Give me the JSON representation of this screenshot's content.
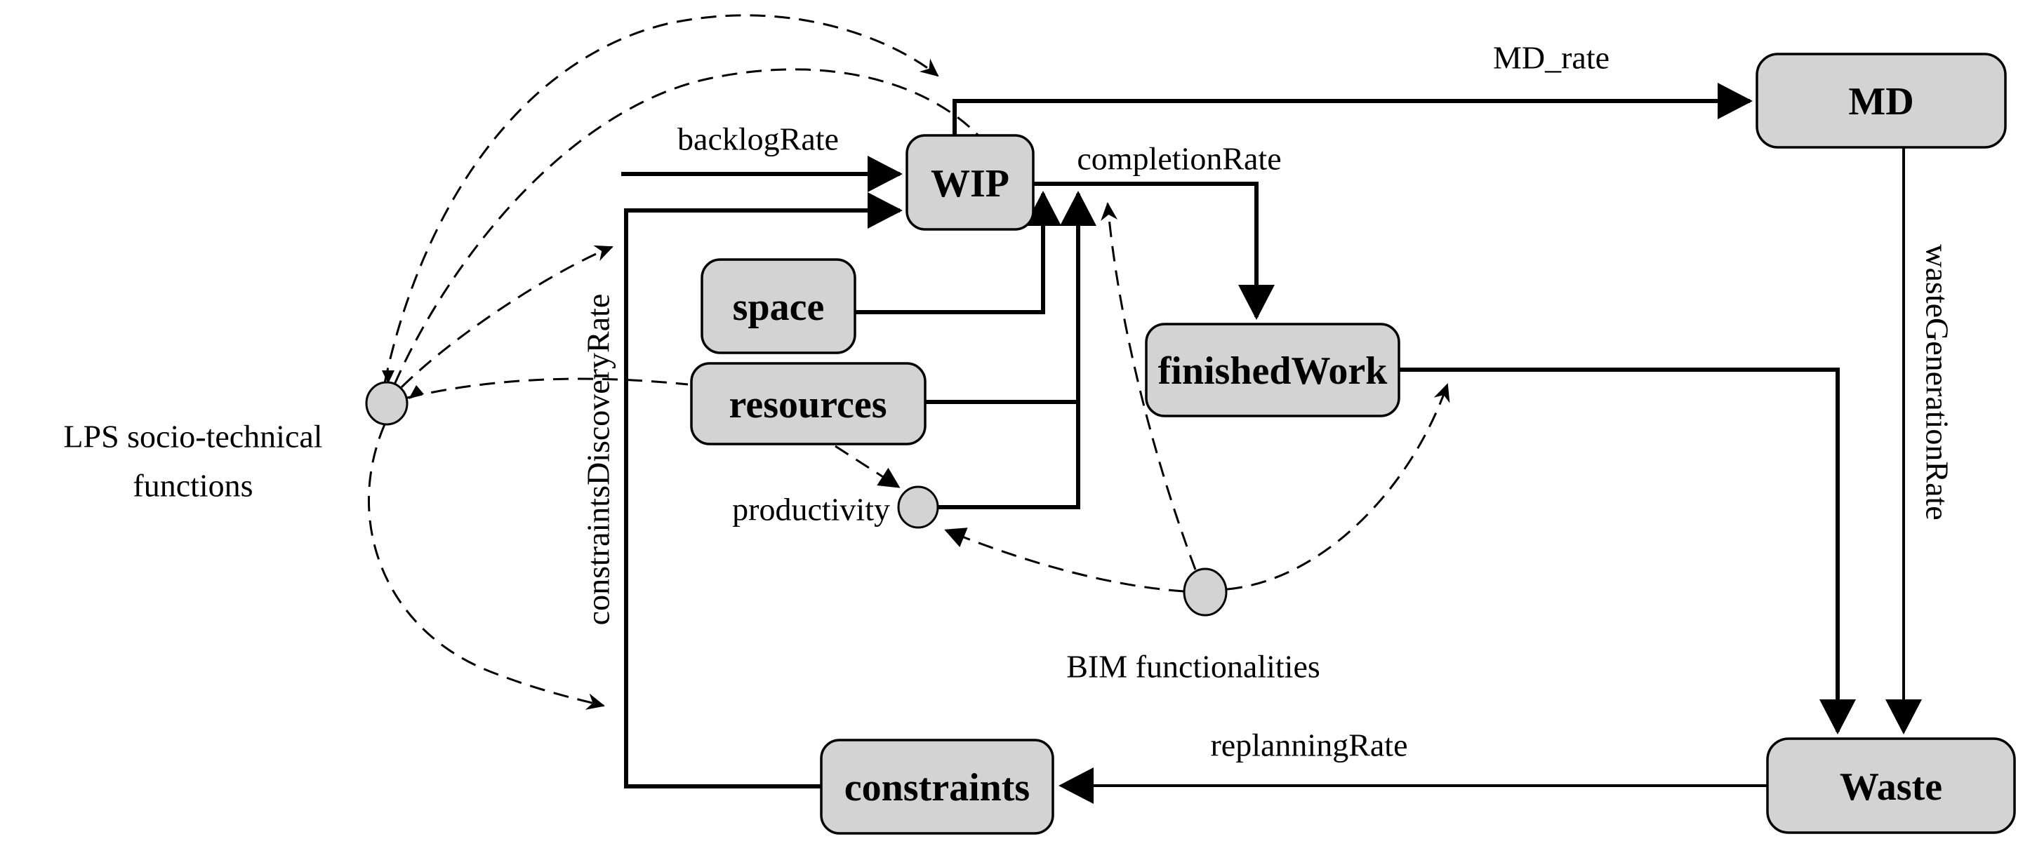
{
  "diagram": {
    "title": "LPS-BIM construction workflow system dynamics diagram",
    "colors": {
      "background": "#ffffff",
      "node_fill": "#d3d3d3",
      "line_color": "#000000"
    },
    "nodes": {
      "wip": "WIP",
      "md": "MD",
      "space": "space",
      "resources": "resources",
      "finished_work": "finishedWork",
      "constraints": "constraints",
      "waste": "Waste"
    },
    "rates": {
      "md_rate": "MD_rate",
      "backlog_rate": "backlogRate",
      "completion_rate": "completionRate",
      "waste_generation_rate": "wasteGenerationRate",
      "replanning_rate": "replanningRate",
      "constraints_discovery_rate": "constraintsDiscoveryRate"
    },
    "auxiliaries": {
      "productivity": "productivity",
      "bim_functionalities": "BIM functionalities",
      "lps_line1": "LPS socio-technical",
      "lps_line2": "functions"
    }
  }
}
